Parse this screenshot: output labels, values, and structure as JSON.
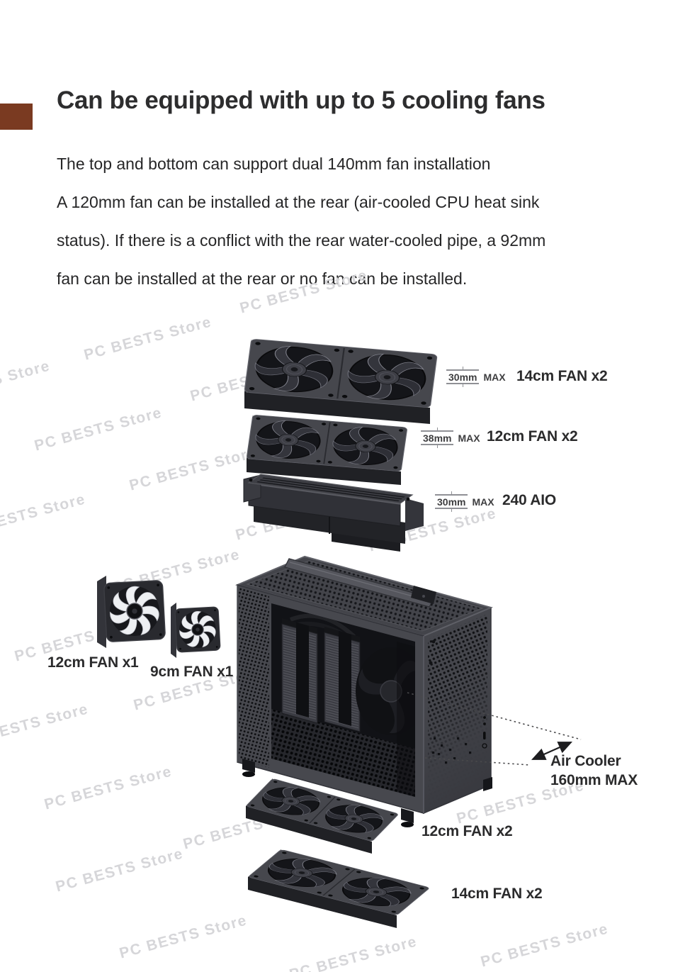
{
  "header": {
    "title": "Can be equipped with up to 5 cooling fans"
  },
  "accent_color": "#7a3a21",
  "description": {
    "lines": [
      "The top and bottom can support dual 140mm fan installation",
      "A 120mm fan can be installed at the rear (air-cooled CPU heat sink",
      "status). If there is a conflict with the rear water-cooled pipe, a 92mm",
      "fan can be installed at the rear or no fan can be installed."
    ]
  },
  "callouts": {
    "top140": {
      "dim": "30mm",
      "max": "MAX",
      "label": "14cm FAN x2"
    },
    "top120": {
      "dim": "38mm",
      "max": "MAX",
      "label": "12cm FAN x2"
    },
    "aio": {
      "dim": "30mm",
      "max": "MAX",
      "label": "240 AIO"
    },
    "rear120": {
      "label": "12cm FAN x1"
    },
    "rear92": {
      "label": "9cm FAN x1"
    },
    "aircooler": {
      "line1": "Air Cooler",
      "line2": "160mm MAX"
    },
    "bottom120": {
      "label": "12cm FAN x2"
    },
    "bottom140": {
      "label": "14cm FAN x2"
    }
  },
  "watermark": {
    "text": "PC BESTS Store",
    "color": "#d6d6d9"
  }
}
